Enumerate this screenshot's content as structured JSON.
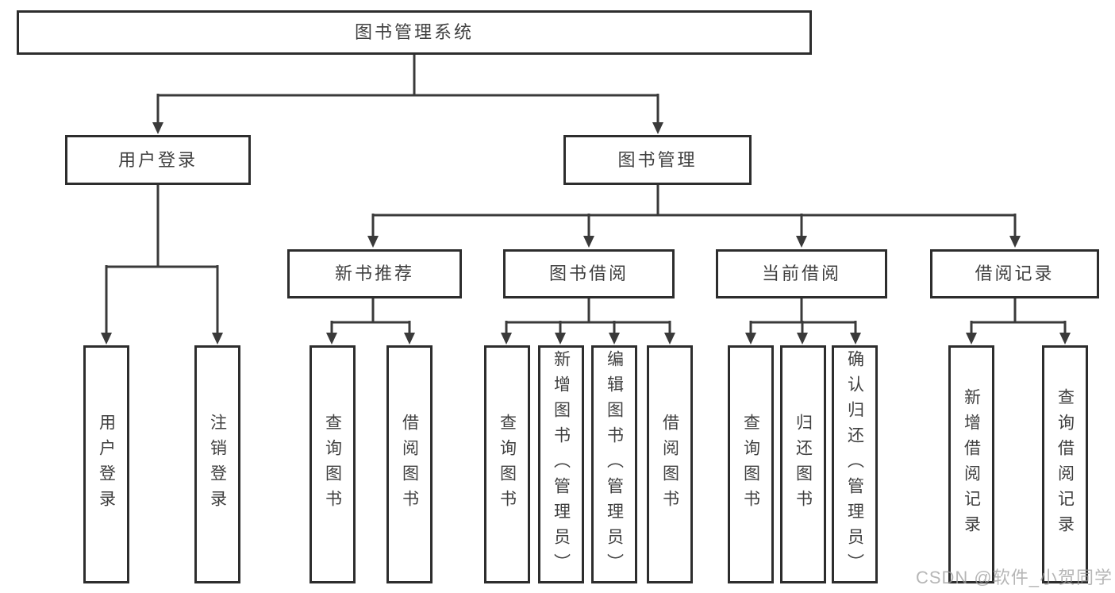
{
  "tree": {
    "root": {
      "label": "图书管理系统"
    },
    "branches": [
      {
        "label": "用户登录",
        "leaves": [
          {
            "label": "用户登录"
          },
          {
            "label": "注销登录"
          }
        ]
      },
      {
        "label": "图书管理",
        "groups": [
          {
            "label": "新书推荐",
            "leaves": [
              {
                "label": "查询图书"
              },
              {
                "label": "借阅图书"
              }
            ]
          },
          {
            "label": "图书借阅",
            "leaves": [
              {
                "label": "查询图书"
              },
              {
                "label": "新增图书（管理员）"
              },
              {
                "label": "编辑图书（管理员）"
              },
              {
                "label": "借阅图书"
              }
            ]
          },
          {
            "label": "当前借阅",
            "leaves": [
              {
                "label": "查询图书"
              },
              {
                "label": "归还图书"
              },
              {
                "label": "确认归还（管理员）"
              }
            ]
          },
          {
            "label": "借阅记录",
            "leaves": [
              {
                "label": "新增借阅记录"
              },
              {
                "label": "查询借阅记录"
              }
            ]
          }
        ]
      }
    ]
  },
  "watermark": {
    "text": "CSDN @软件_小贺同学"
  },
  "colors": {
    "line": "#3a3a3a",
    "box_border": "#2d2d2d",
    "text": "#3f3f3f",
    "watermark": "#9e9e9e",
    "background": "#ffffff"
  }
}
